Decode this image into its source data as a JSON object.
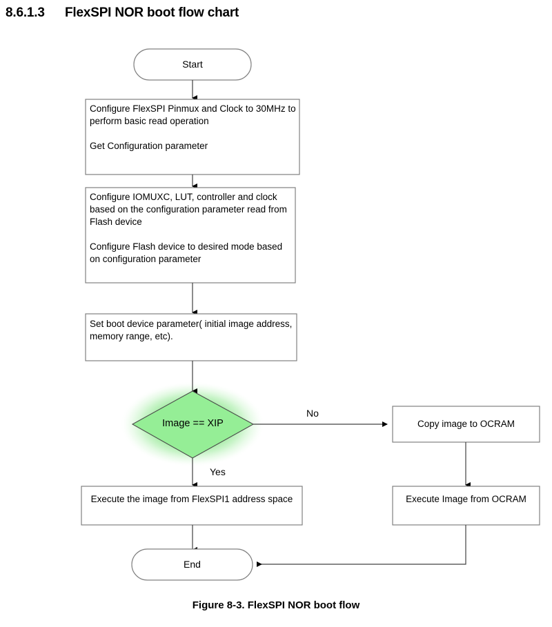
{
  "heading": {
    "number": "8.6.1.3",
    "title": "FlexSPI NOR boot flow chart"
  },
  "caption": "Figure 8-3. FlexSPI NOR boot flow",
  "colors": {
    "decision_fill": "#95ee96",
    "decision_glow": "#5fd45f",
    "node_stroke": "#808080",
    "connector_stroke": "#404040",
    "text": "#000000",
    "background": "#ffffff"
  },
  "flow": {
    "start": {
      "label": "Start",
      "shape": "terminator"
    },
    "steps": [
      {
        "id": "configure-flexspi",
        "shape": "process",
        "text": "Configure FlexSPI Pinmux and Clock to 30MHz to perform basic read operation\n\nGet Configuration parameter"
      },
      {
        "id": "configure-iomuxc",
        "shape": "process",
        "text": "Configure IOMUXC, LUT, controller and clock based on the configuration parameter read from Flash device\n\nConfigure Flash device to desired mode based on configuration parameter"
      },
      {
        "id": "set-boot-device-parameter",
        "shape": "process",
        "text": "Set boot device parameter( initial image address, memory range, etc)."
      }
    ],
    "decision": {
      "id": "image-is-xip",
      "shape": "decision",
      "label": "Image == XIP",
      "yes_label": "Yes",
      "no_label": "No",
      "highlighted": true
    },
    "yes_branch": [
      {
        "id": "execute-from-flexspi1",
        "shape": "process",
        "text": "Execute the image from FlexSPI1 address space"
      }
    ],
    "no_branch": [
      {
        "id": "copy-image-to-ocram",
        "shape": "process",
        "text": "Copy image to OCRAM"
      },
      {
        "id": "execute-image-from-ocram",
        "shape": "process",
        "text": "Execute Image from OCRAM"
      }
    ],
    "end": {
      "label": "End",
      "shape": "terminator"
    }
  }
}
